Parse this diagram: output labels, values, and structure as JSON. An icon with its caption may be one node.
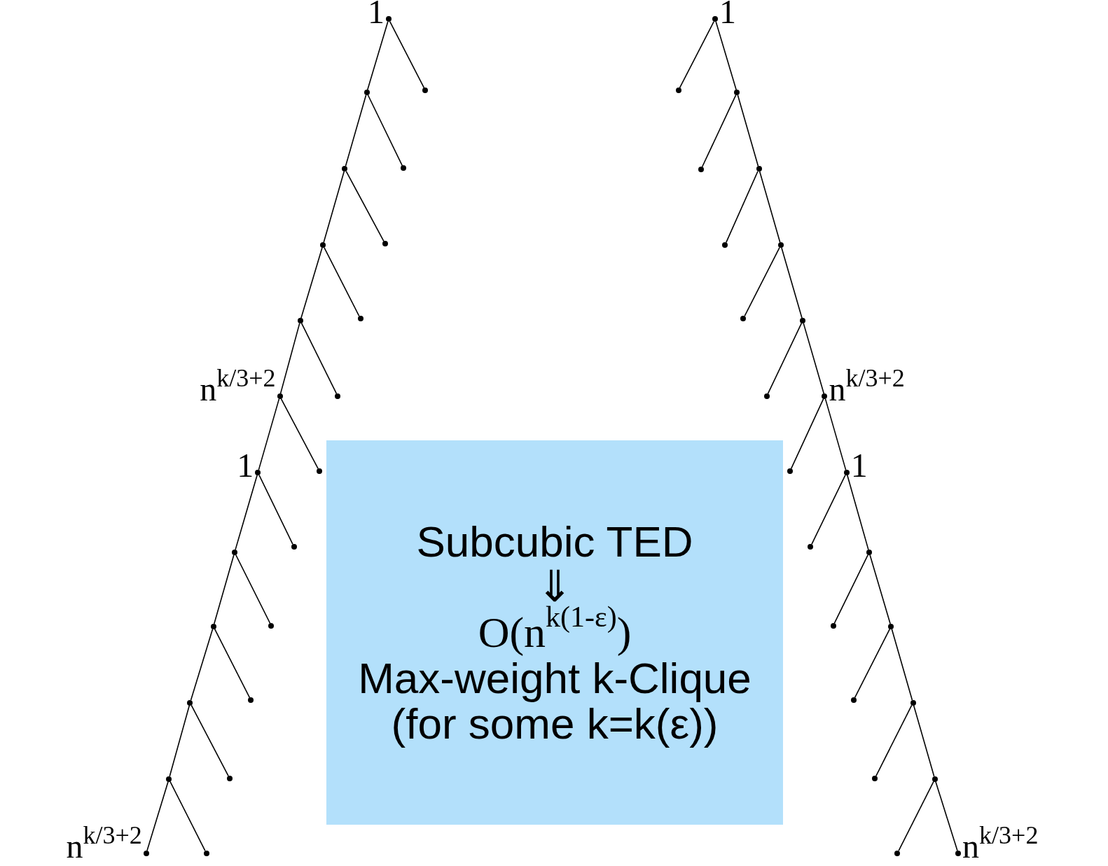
{
  "diagram": {
    "nodes": [
      {
        "text": [],
        "shape": "circle",
        "beside": [
          "1"
        ]
      },
      {
        "text": [],
        "shape": "circle"
      },
      {
        "text": [],
        "shape": "circle"
      },
      {
        "text": [],
        "shape": "circle"
      },
      {
        "text": [],
        "shape": "circle"
      },
      {
        "text": [],
        "shape": "circle"
      },
      {
        "text": [],
        "shape": "circle"
      },
      {
        "text": [],
        "shape": "circle"
      },
      {
        "text": [],
        "shape": "circle"
      },
      {
        "text": [],
        "shape": "circle"
      },
      {
        "text": [],
        "shape": "circle",
        "beside": [
          "n$^{k/3+2}$"
        ]
      },
      {
        "text": [],
        "shape": "circle"
      },
      {
        "text": [],
        "shape": "circle",
        "beside": [
          "1"
        ]
      },
      {
        "text": [],
        "shape": "circle"
      },
      {
        "text": [],
        "shape": "circle"
      },
      {
        "text": [],
        "shape": "circle"
      },
      {
        "text": [],
        "shape": "circle"
      },
      {
        "text": [],
        "shape": "circle"
      },
      {
        "text": [],
        "shape": "circle"
      },
      {
        "text": [],
        "shape": "circle"
      },
      {
        "text": [],
        "shape": "circle"
      },
      {
        "text": [],
        "shape": "circle"
      },
      {
        "text": [],
        "shape": "circle",
        "beside": [
          "n$^{k/3+2}$"
        ]
      },
      {
        "text": [],
        "shape": "circle",
        "beside": [
          "1"
        ]
      },
      {
        "text": [],
        "shape": "circle"
      },
      {
        "text": [],
        "shape": "circle"
      },
      {
        "text": [],
        "shape": "circle"
      },
      {
        "text": [],
        "shape": "circle"
      },
      {
        "text": [],
        "shape": "circle"
      },
      {
        "text": [],
        "shape": "circle"
      },
      {
        "text": [],
        "shape": "circle"
      },
      {
        "text": [],
        "shape": "circle"
      },
      {
        "text": [],
        "shape": "circle"
      },
      {
        "text": [],
        "shape": "circle",
        "beside": [
          "n$^{k/3+2}$"
        ]
      },
      {
        "text": [],
        "shape": "circle"
      },
      {
        "text": [],
        "shape": "circle",
        "beside": [
          "1"
        ]
      },
      {
        "text": [],
        "shape": "circle"
      },
      {
        "text": [],
        "shape": "circle"
      },
      {
        "text": [],
        "shape": "circle"
      },
      {
        "text": [],
        "shape": "circle"
      },
      {
        "text": [],
        "shape": "circle"
      },
      {
        "text": [],
        "shape": "circle"
      },
      {
        "text": [],
        "shape": "circle"
      },
      {
        "text": [],
        "shape": "circle"
      },
      {
        "text": [],
        "shape": "circle"
      },
      {
        "text": [],
        "shape": "circle",
        "beside": [
          "n$^{k/3+2}$"
        ]
      },
      {
        "text": [
          "Subcubic TED",
          "⇓",
          "O(n$^{k(1-ε)}$)",
          "Max-weight k-Clique (for some k=k(ε))"
        ]
      }
    ],
    "edges": [
      {
        "from": 0,
        "to": 2,
        "arrow": "none"
      },
      {
        "from": 0,
        "to": 1,
        "arrow": "none"
      },
      {
        "from": 2,
        "to": 4,
        "arrow": "none"
      },
      {
        "from": 2,
        "to": 3,
        "arrow": "none"
      },
      {
        "from": 4,
        "to": 6,
        "arrow": "none"
      },
      {
        "from": 4,
        "to": 5,
        "arrow": "none"
      },
      {
        "from": 6,
        "to": 8,
        "arrow": "none"
      },
      {
        "from": 6,
        "to": 7,
        "arrow": "none"
      },
      {
        "from": 8,
        "to": 10,
        "arrow": "none"
      },
      {
        "from": 8,
        "to": 9,
        "arrow": "none"
      },
      {
        "from": 10,
        "to": 12,
        "arrow": "none"
      },
      {
        "from": 10,
        "to": 11,
        "arrow": "none"
      },
      {
        "from": 12,
        "to": 14,
        "arrow": "none"
      },
      {
        "from": 12,
        "to": 13,
        "arrow": "none"
      },
      {
        "from": 14,
        "to": 16,
        "arrow": "none"
      },
      {
        "from": 14,
        "to": 15,
        "arrow": "none"
      },
      {
        "from": 16,
        "to": 18,
        "arrow": "none"
      },
      {
        "from": 16,
        "to": 17,
        "arrow": "none"
      },
      {
        "from": 18,
        "to": 20,
        "arrow": "none"
      },
      {
        "from": 18,
        "to": 19,
        "arrow": "none"
      },
      {
        "from": 20,
        "to": 22,
        "arrow": "none"
      },
      {
        "from": 20,
        "to": 21,
        "arrow": "none"
      },
      {
        "from": 23,
        "to": 24,
        "arrow": "none"
      },
      {
        "from": 23,
        "to": 25,
        "arrow": "none"
      },
      {
        "from": 25,
        "to": 26,
        "arrow": "none"
      },
      {
        "from": 25,
        "to": 27,
        "arrow": "none"
      },
      {
        "from": 27,
        "to": 28,
        "arrow": "none"
      },
      {
        "from": 27,
        "to": 29,
        "arrow": "none"
      },
      {
        "from": 29,
        "to": 30,
        "arrow": "none"
      },
      {
        "from": 29,
        "to": 31,
        "arrow": "none"
      },
      {
        "from": 31,
        "to": 32,
        "arrow": "none"
      },
      {
        "from": 31,
        "to": 33,
        "arrow": "none"
      },
      {
        "from": 33,
        "to": 34,
        "arrow": "none"
      },
      {
        "from": 33,
        "to": 35,
        "arrow": "none"
      },
      {
        "from": 35,
        "to": 36,
        "arrow": "none"
      },
      {
        "from": 35,
        "to": 37,
        "arrow": "none"
      },
      {
        "from": 37,
        "to": 38,
        "arrow": "none"
      },
      {
        "from": 37,
        "to": 39,
        "arrow": "none"
      },
      {
        "from": 39,
        "to": 40,
        "arrow": "none"
      },
      {
        "from": 39,
        "to": 41,
        "arrow": "none"
      },
      {
        "from": 41,
        "to": 42,
        "arrow": "none"
      },
      {
        "from": 41,
        "to": 43,
        "arrow": "none"
      },
      {
        "from": 43,
        "to": 44,
        "arrow": "none"
      },
      {
        "from": 43,
        "to": 45,
        "arrow": "none"
      }
    ]
  }
}
